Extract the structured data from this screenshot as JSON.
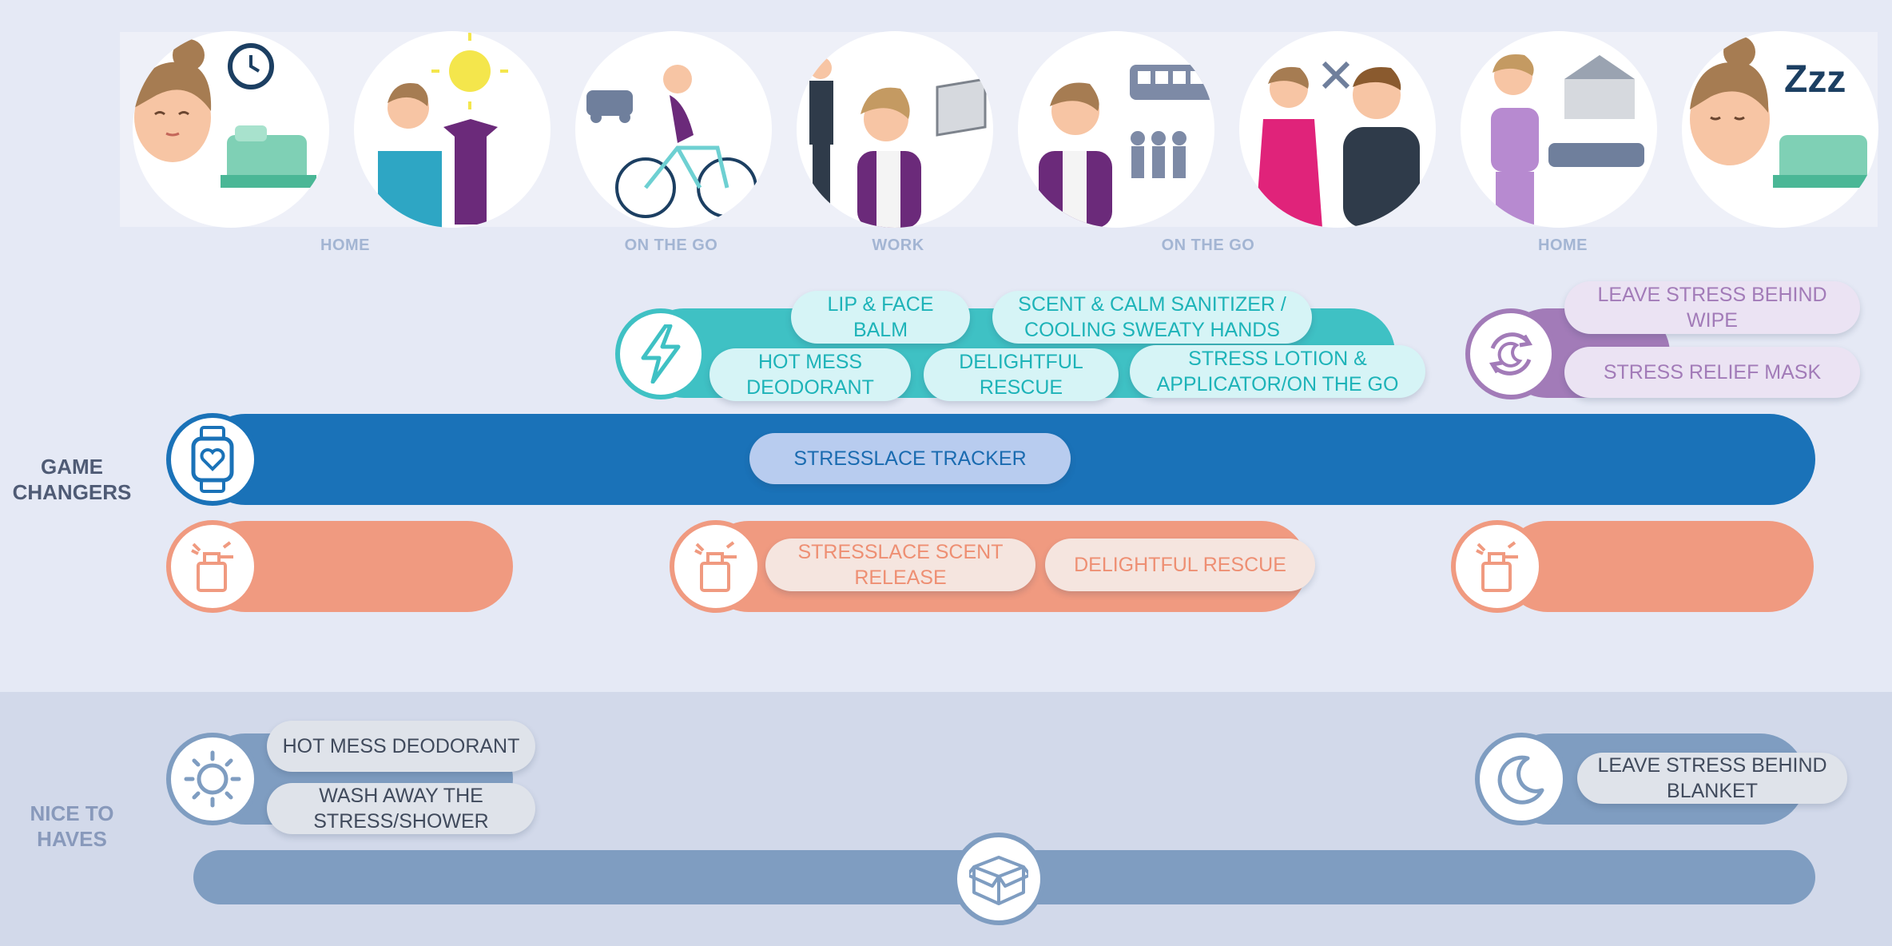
{
  "scenes": [
    {
      "name": "morning-wake-up-scene"
    },
    {
      "name": "getting-dressed-scene"
    },
    {
      "name": "commute-cycling-scene"
    },
    {
      "name": "work-office-scene"
    },
    {
      "name": "commute-bus-scene"
    },
    {
      "name": "dinner-date-scene"
    },
    {
      "name": "back-home-scene"
    },
    {
      "name": "sleep-scene"
    }
  ],
  "scene_labels": {
    "home_1": "HOME",
    "on_the_go_1": "ON THE GO",
    "work": "WORK",
    "on_the_go_2": "ON THE GO",
    "home_2": "HOME"
  },
  "rows": {
    "game_changers": "GAME\nCHANGERS",
    "nice_to_haves": "NICE TO\nHAVES"
  },
  "teal_items": {
    "lip_face_balm": "LIP & FACE BALM",
    "scent_calm_sanitizer": "SCENT & CALM SANITIZER / COOLING SWEATY HANDS",
    "hot_mess_deodorant": "HOT MESS DEODORANT",
    "delightful_rescue": "DELIGHTFUL RESCUE",
    "stress_lotion": "STRESS LOTION & APPLICATOR/ON THE GO"
  },
  "purple_items": {
    "leave_stress_wipe": "LEAVE STRESS BEHIND WIPE",
    "stress_relief_mask": "STRESS RELIEF MASK"
  },
  "blue_items": {
    "stresslace_tracker": "STRESSLACE TRACKER"
  },
  "salmon_items": {
    "stresslace_scent_release": "STRESSLACE SCENT RELEASE",
    "delightful_rescue": "DELIGHTFUL RESCUE"
  },
  "nice_items": {
    "hot_mess_deodorant": "HOT MESS DEODORANT",
    "wash_away_stress": "WASH AWAY THE STRESS/SHOWER",
    "leave_stress_blanket": "LEAVE STRESS BEHIND BLANKET"
  },
  "colors": {
    "teal": "#3fc1c4",
    "purple": "#a27bb8",
    "blue": "#1a72b8",
    "salmon": "#f09a80",
    "steel": "#7f9dc1"
  },
  "icons": {
    "lightning": "lightning-icon",
    "moon_refresh": "moon-refresh-icon",
    "smartwatch": "smartwatch-heart-icon",
    "scent_diffuser": "scent-diffuser-icon",
    "sun": "sun-icon",
    "moon": "moon-icon",
    "box": "box-icon"
  }
}
